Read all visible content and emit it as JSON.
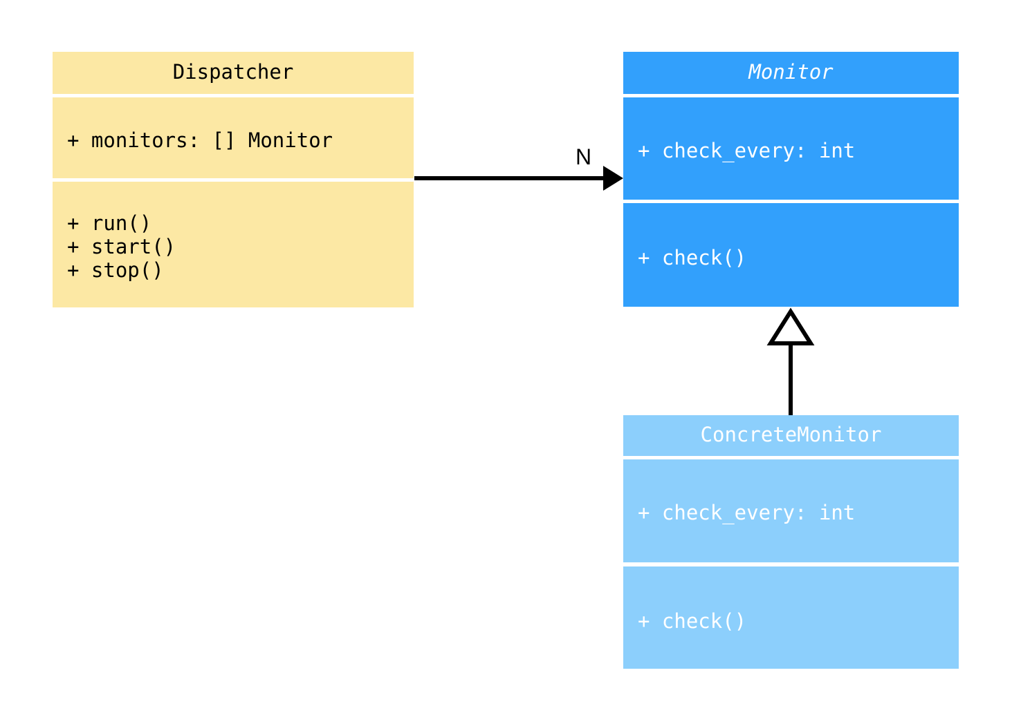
{
  "diagram": {
    "type": "uml-class-diagram",
    "background": "#ffffff",
    "classes": [
      {
        "id": "dispatcher",
        "name": "Dispatcher",
        "abstract": false,
        "fill": "#fce8a4",
        "text_color": "#000000",
        "attributes": [
          "+ monitors: [] Monitor"
        ],
        "methods": [
          "+ run()",
          "+ start()",
          "+ stop()"
        ]
      },
      {
        "id": "monitor",
        "name": "Monitor",
        "abstract": true,
        "fill": "#32a0fc",
        "text_color": "#ffffff",
        "attributes": [
          "+ check_every: int"
        ],
        "methods": [
          "+ check()"
        ]
      },
      {
        "id": "concrete_monitor",
        "name": "ConcreteMonitor",
        "abstract": false,
        "fill": "#8ccffc",
        "text_color": "#ffffff",
        "attributes": [
          "+ check_every: int"
        ],
        "methods": [
          "+ check()"
        ]
      }
    ],
    "relations": [
      {
        "id": "dispatcher-to-monitor",
        "kind": "association",
        "from": "Dispatcher",
        "to": "Monitor",
        "multiplicity_label": "N",
        "arrow": "filled-triangle",
        "stroke": "#000000"
      },
      {
        "id": "concrete-monitor-to-monitor",
        "kind": "generalization",
        "from": "ConcreteMonitor",
        "to": "Monitor",
        "multiplicity_label": "",
        "arrow": "hollow-triangle",
        "stroke": "#000000"
      }
    ]
  }
}
